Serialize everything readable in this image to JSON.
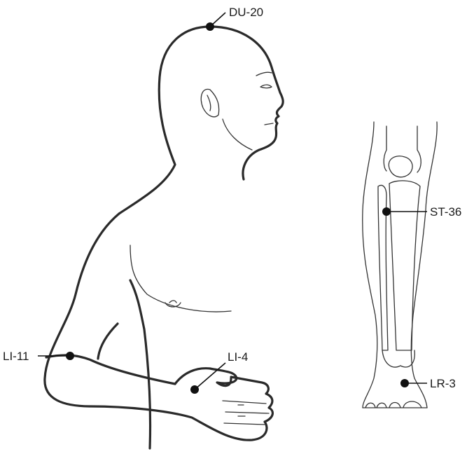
{
  "points": [
    {
      "id": "du20",
      "label": "DU-20"
    },
    {
      "id": "li11",
      "label": "LI-11"
    },
    {
      "id": "li4",
      "label": "LI-4"
    },
    {
      "id": "st36",
      "label": "ST-36"
    },
    {
      "id": "lr3",
      "label": "LR-3"
    }
  ],
  "colors": {
    "line": "#2a2a2a",
    "point": "#111111",
    "background": "#ffffff"
  }
}
